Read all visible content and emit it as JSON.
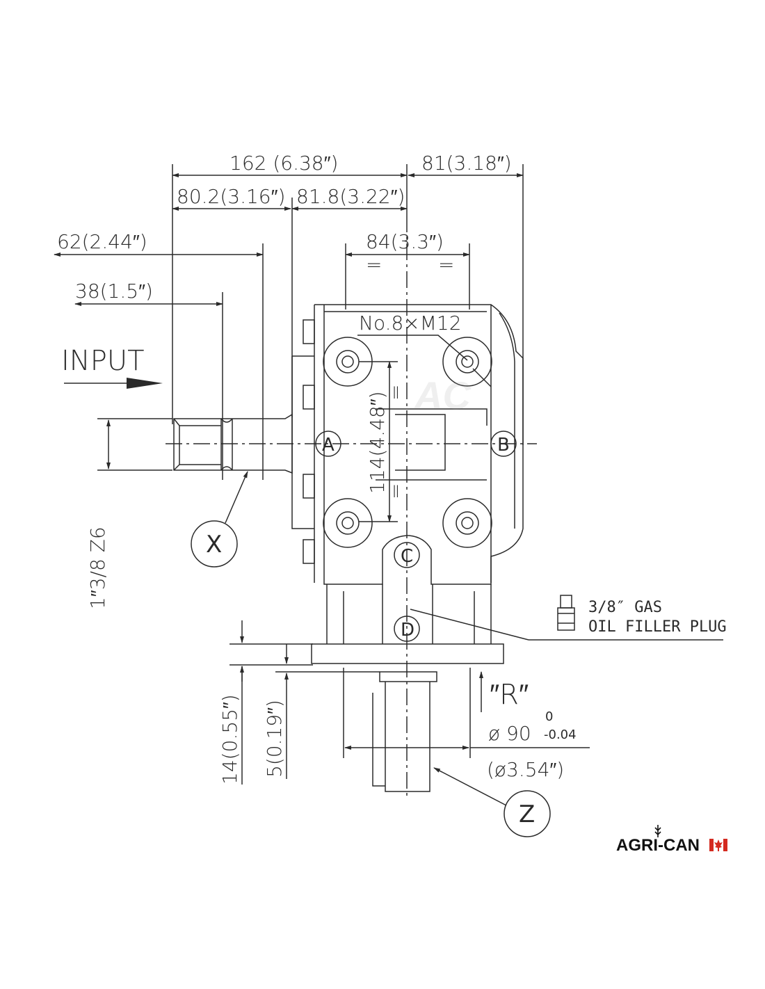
{
  "dimensions": {
    "d162": "162 (6.38″)",
    "d81": "81(3.18″)",
    "d80_2": "80.2(3.16″)",
    "d81_8": "81.8(3.22″)",
    "d62": "62(2.44″)",
    "d84": "84(3.3″)",
    "d38": "38(1.5″)",
    "d114": "114(4.48″)",
    "d1_3_8": "1″3/8 Z6",
    "d14": "14(0.55″)",
    "d5": "5(0.19″)",
    "dia90": "ø 90",
    "tol_upper": "0",
    "tol_lower": "-0.04",
    "dia354": "(ø3.54″)"
  },
  "labels": {
    "input": "INPUT",
    "bolts": "No.8×M12",
    "equal": "=",
    "point_a": "A",
    "point_b": "B",
    "point_c": "C",
    "point_d": "D",
    "shaft_x": "X",
    "shaft_z": "Z",
    "rotation": "″R″",
    "plug_line1": "3/8″ GAS",
    "plug_line2": "OIL FILLER PLUG"
  },
  "logo": {
    "text": "AGRI-CAN",
    "accent_color": "#d42a20"
  }
}
